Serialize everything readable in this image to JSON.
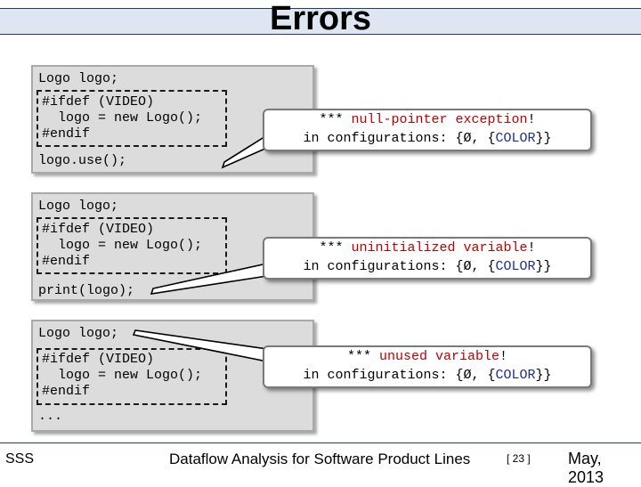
{
  "title": "Errors",
  "examples": [
    {
      "decl": "Logo logo;",
      "ifdef": [
        "#ifdef (VIDEO)",
        "  logo = new Logo();",
        "#endif"
      ],
      "tail": "logo.use();",
      "error_prefix": "*** ",
      "error_text": "null-pointer exception",
      "error_suffix": "!",
      "config_prefix": "in configurations: {Ø, {",
      "config_feature": "COLOR",
      "config_suffix": "}}"
    },
    {
      "decl": "Logo logo;",
      "ifdef": [
        "#ifdef (VIDEO)",
        "  logo = new Logo();",
        "#endif"
      ],
      "tail": "print(logo);",
      "error_prefix": "*** ",
      "error_text": "uninitialized variable",
      "error_suffix": "!",
      "config_prefix": "in configurations: {Ø, {",
      "config_feature": "COLOR",
      "config_suffix": "}}"
    },
    {
      "decl": "Logo logo;",
      "ifdef": [
        "#ifdef (VIDEO)",
        "  logo = new Logo();",
        "#endif"
      ],
      "tail": "...",
      "error_prefix": "*** ",
      "error_text": "unused variable",
      "error_suffix": "!",
      "config_prefix": "in configurations: {Ø, {",
      "config_feature": "COLOR",
      "config_suffix": "}}"
    }
  ],
  "footer": {
    "left": "SSS",
    "center": "Dataflow Analysis for Software Product Lines",
    "page": "[ 23 ]",
    "date": "May, 2013"
  },
  "colors": {
    "error_red": "#c00000",
    "feature_blue": "#1f2f8f",
    "title_band": "#dfe6f3",
    "code_bg": "#dcdcdc"
  }
}
